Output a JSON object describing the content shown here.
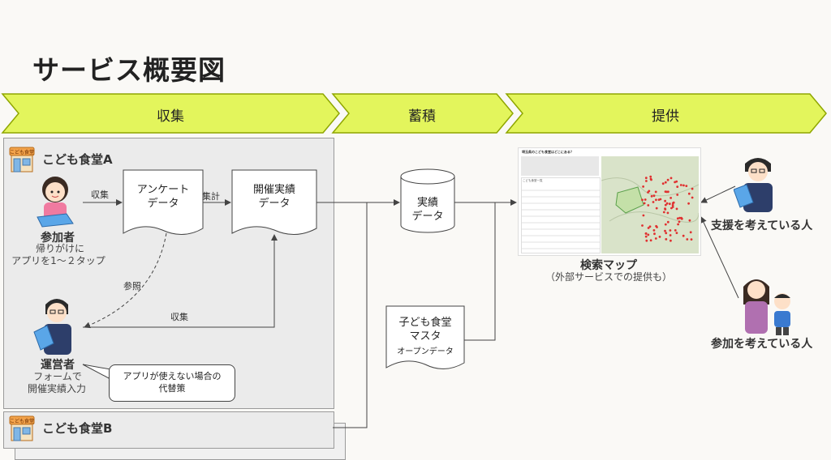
{
  "page": {
    "title": "サービス概要図"
  },
  "stages": [
    {
      "label": "収集"
    },
    {
      "label": "蓄積"
    },
    {
      "label": "提供"
    }
  ],
  "shop_a": {
    "name": "こども食堂A",
    "sign": "こども食堂"
  },
  "shop_b": {
    "name": "こども食堂B",
    "sign": "こども食堂"
  },
  "participant": {
    "name": "参加者",
    "desc_1": "帰りがけに",
    "desc_2": "アプリを1～２タップ"
  },
  "operator": {
    "name": "運営者",
    "desc_1": "フォームで",
    "desc_2": "開催実績入力"
  },
  "survey_doc": {
    "line_1": "アンケート",
    "line_2": "データ"
  },
  "record_doc": {
    "line_1": "開催実績",
    "line_2": "データ"
  },
  "arrows": {
    "collect_1": "収集",
    "aggregate": "集計",
    "reference": "参照",
    "collect_2": "収集"
  },
  "callout": {
    "line_1": "アプリが使えない場合の",
    "line_2": "代替策"
  },
  "db": {
    "line_1": "実績",
    "line_2": "データ"
  },
  "master_doc": {
    "line_1": "子ども食堂",
    "line_2": "マスタ",
    "line_3": "オープンデータ"
  },
  "search_map": {
    "label": "検索マップ",
    "sublabel": "（外部サービスでの提供も）",
    "screen_header": "埼玉県のこども食堂はどこにある？",
    "list_header": "こども食堂一覧"
  },
  "supporter": {
    "label": "支援を考えている人"
  },
  "prospect": {
    "label": "参加を考えている人"
  },
  "colors": {
    "chevron_fill": "#e3f55c",
    "chevron_stroke": "#8fa600",
    "panel": "#ebebeb"
  }
}
